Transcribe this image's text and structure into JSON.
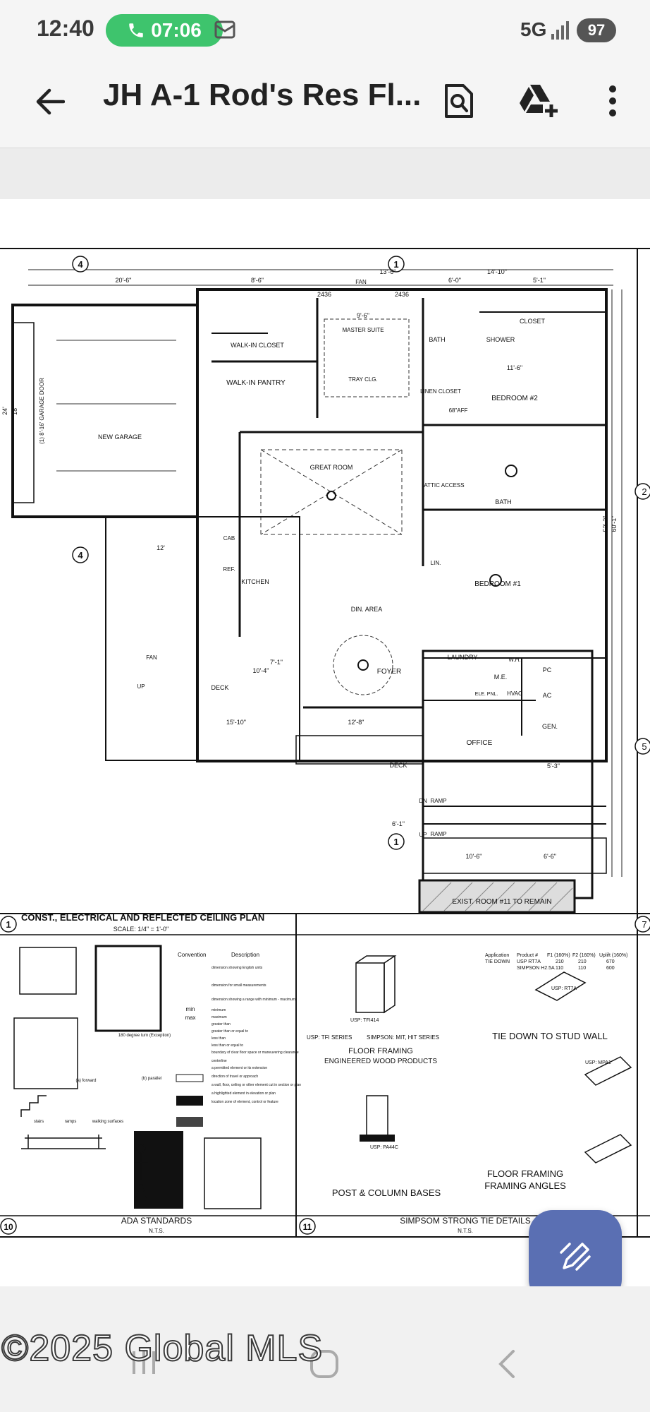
{
  "status_bar": {
    "time": "12:40",
    "call_duration": "07:06",
    "network": "5G",
    "battery": "97"
  },
  "app_bar": {
    "title": "JH A-1 Rod's Res Fl...",
    "icons": [
      "back-arrow-icon",
      "search-document-icon",
      "add-to-drive-icon",
      "more-vert-icon"
    ]
  },
  "plan": {
    "main_title": "CONST., ELECTRICAL AND REFLECTED CEILING PLAN",
    "main_scale": "SCALE: 1/4\" = 1'-0\"",
    "main_number": "1",
    "ada_title": "ADA STANDARDS",
    "ada_number": "10",
    "ada_nts": "N.T.S.",
    "strong_tie_title": "SIMPSOM STRONG TIE DETAILS",
    "strong_tie_number": "11",
    "strong_tie_nts": "N.T.S.",
    "side_number_top": "2",
    "side_number_mid": "5",
    "side_number_right": "7",
    "rooms": {
      "garage": "NEW GARAGE",
      "garage_door": "(1) 8'-16' GARAGE DOOR",
      "walk_in_closet": "WALK-IN CLOSET",
      "walk_in_pantry": "WALK-IN PANTRY",
      "master_suite": "MASTER SUITE",
      "tray_clg": "TRAY CLG.",
      "bath": "BATH",
      "shower": "SHOWER",
      "closet": "CLOSET",
      "linen_closet": "LINEN CLOSET",
      "bedroom2": "BEDROOM #2",
      "great_room": "GREAT ROOM",
      "attic_access": "ATTIC ACCESS",
      "bath2": "BATH",
      "kitchen": "KITCHEN",
      "din_area": "DIN. AREA",
      "bedroom1": "BEDROOM #1",
      "laundry": "LAUNDRY",
      "foyer": "FOYER",
      "mech": "M.E.",
      "office": "OFFICE",
      "deck": "DECK",
      "deck2": "DECK",
      "ramp": "RAMP",
      "ramp2": "RAMP",
      "existing_room": "EXIST. ROOM #11 TO REMAIN",
      "fan": "FAN",
      "fan2": "FAN",
      "cab": "CAB",
      "ref": "REF.",
      "lin": "LIN.",
      "gen": "GEN.",
      "ac": "AC",
      "pc": "PC",
      "wh": "W.H.",
      "hvac": "HVAC",
      "ele_pnl": "ELE. PNL.",
      "up": "UP",
      "up2": "UP",
      "dn": "DN"
    },
    "dims": {
      "d1": "20'-6\"",
      "d2": "8'-6\"",
      "d3": "13'-6\"",
      "d4": "14'-10\"",
      "d5": "5'-1\"",
      "d6": "6'-0\"",
      "d7": "2436",
      "d8": "2436",
      "d9": "9'-6\"",
      "d10": "12'",
      "d11": "15'-10\"",
      "d12": "10'-4\"",
      "d13": "7'-1\"",
      "d14": "12'-8\"",
      "d15": "6'-1\"",
      "d16": "10'-6\"",
      "d17": "6'-6\"",
      "d18": "24'",
      "d19": "18'",
      "d20": "60'-1\"",
      "d21": "53'-3\"",
      "d22": "11'-6\"",
      "d23": "5'-3\"",
      "d24": "68\"AFF"
    },
    "ada_notes": {
      "convention": "Convention",
      "description": "Description",
      "min": "min",
      "max": "max",
      "forward": "(a) forward",
      "parallel": "(b) parallel",
      "stairs": "stairs",
      "ramps": "ramps",
      "walking": "walking surfaces",
      "turn": "180 degree turn (Exception)",
      "desc1": "dimension showing English units",
      "desc2": "dimension for small measurements",
      "desc3": "dimension showing a range with minimum - maximum",
      "desc4": "minimum",
      "desc5": "maximum",
      "desc6": "greater than",
      "desc7": "greater than or equal to",
      "desc8": "less than",
      "desc9": "less than or equal to",
      "desc10": "boundary of clear floor space or maneuvering clearance",
      "desc11": "centerline",
      "desc12": "a permitted element or its extension",
      "desc13": "direction of travel or approach",
      "desc14": "a wall, floor, ceiling or other element cut in section or plan",
      "desc15": "a highlighted element in elevation or plan",
      "desc16": "location zone of element, control or feature"
    },
    "tie_notes": {
      "tie_down": "TIE DOWN TO STUD WALL",
      "floor_framing": "FLOOR FRAMING",
      "engineered": "ENGINEERED WOOD PRODUCTS",
      "post_column": "POST & COLUMN BASES",
      "floor_framing2": "FLOOR FRAMING",
      "framing_angles": "FRAMING ANGLES",
      "usp_tfi": "USP: TFI SERIES",
      "simpson_mit": "SIMPSON: MIT, HIT SERIES",
      "application": "Application",
      "tie_down_row": "TIE DOWN",
      "product": "Product #",
      "usp_rt7a": "USP RT7A",
      "simpson_h25a": "SIMPSON H2.5A",
      "f1": "F1 (160%)",
      "f2": "F2 (160%)",
      "uplift": "Uplift (160%)",
      "v1": "210",
      "v2": "210",
      "v3": "670",
      "v4": "110",
      "v5": "110",
      "v6": "600",
      "usp_mpa1": "USP: MPA1",
      "usp_tfi414": "USP: TFI414",
      "usp_pa44c": "USP: PA44C",
      "usp_rt7a2": "USP: RT7A"
    }
  },
  "watermark": "©2025 Global MLS"
}
